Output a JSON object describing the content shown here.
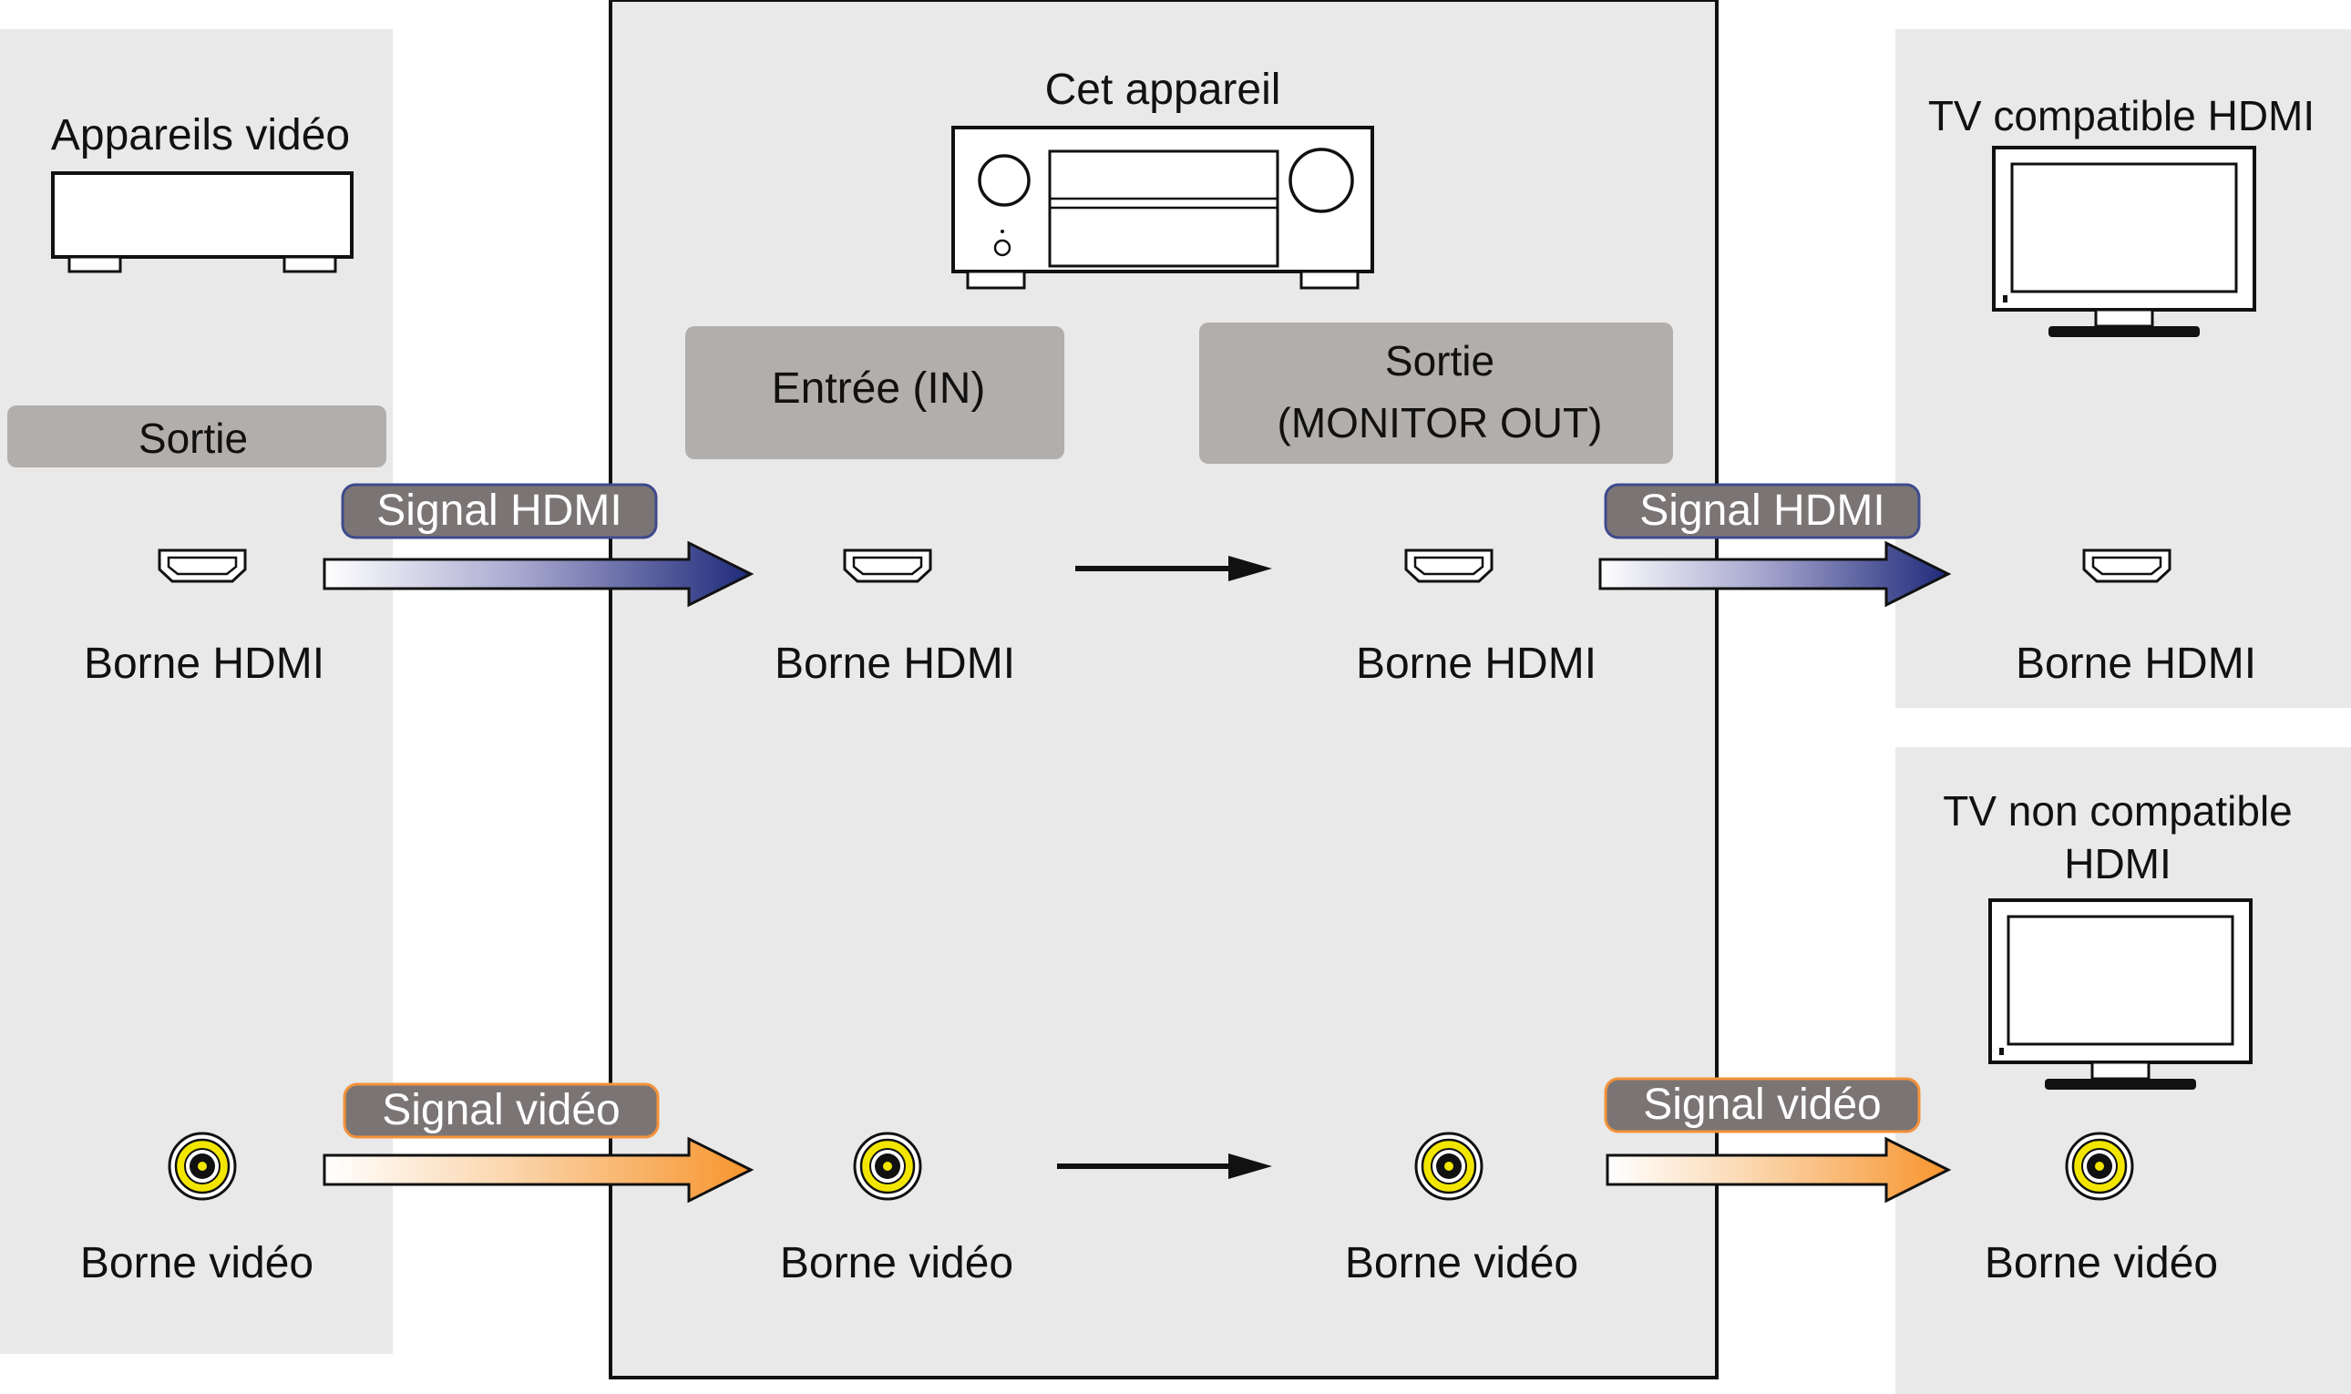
{
  "source": {
    "title": "Appareils vidéo",
    "output_label": "Sortie",
    "hdmi_terminal": "Borne HDMI",
    "video_terminal": "Borne vidéo"
  },
  "unit": {
    "title": "Cet appareil",
    "input_label": "Entrée (IN)",
    "output_label_line1": "Sortie",
    "output_label_line2": "(MONITOR OUT)",
    "hdmi_in_terminal": "Borne HDMI",
    "hdmi_out_terminal": "Borne HDMI",
    "video_in_terminal": "Borne vidéo",
    "video_out_terminal": "Borne vidéo"
  },
  "tv_hdmi": {
    "title": "TV compatible HDMI",
    "hdmi_terminal": "Borne HDMI"
  },
  "tv_non_hdmi": {
    "title_line1": "TV non compatible",
    "title_line2": "HDMI",
    "video_terminal": "Borne vidéo"
  },
  "signals": {
    "hdmi_in": "Signal HDMI",
    "hdmi_out": "Signal HDMI",
    "video_in": "Signal vidéo",
    "video_out": "Signal vidéo"
  },
  "colors": {
    "panel_bg": "#e9e9e9",
    "label_box": "#b2aeab",
    "pill_bg": "#7a7574",
    "hdmi_pill_border": "#3f4a8c",
    "video_pill_border": "#f4923a",
    "hdmi_arrow": "#1f2a7a",
    "video_arrow": "#f7952e",
    "rca_yellow": "#f2e600"
  }
}
